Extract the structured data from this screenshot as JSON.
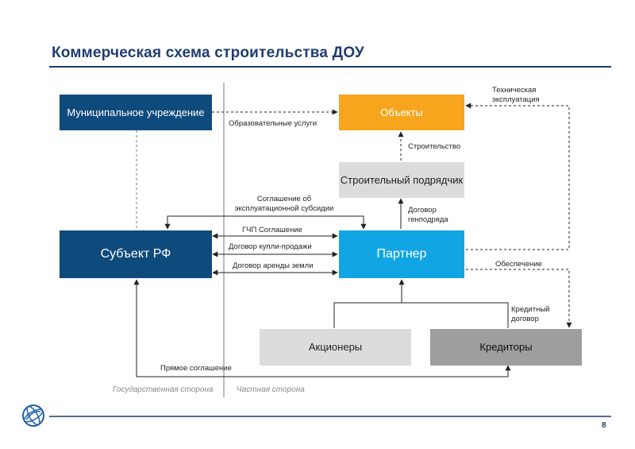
{
  "title": "Коммерческая схема строительства ДОУ",
  "boxes": {
    "municipal": "Муниципальное учреждение",
    "objects": "Объекты",
    "contractor": "Строительный подрядчик",
    "subject": "Субъект РФ",
    "partner": "Партнер",
    "shareholders": "Акционеры",
    "creditors": "Кредиторы"
  },
  "labels": {
    "edu_services": "Образовательные услуги",
    "tech_exploitation": "Техническая эксплуатация",
    "construction": "Строительство",
    "subsidy_agreement": "Соглашение об эксплуатационной субсидии",
    "gen_contract": "Договор генподряда",
    "ppp_agreement": "ГЧП Соглашение",
    "purchase_contract": "Договор купли-продажи",
    "land_lease": "Договор аренды земли",
    "security": "Обеспечение",
    "credit_contract": "Кредитный договор",
    "direct_agreement": "Прямое соглашение"
  },
  "sides": {
    "state": "Государственная сторона",
    "private": "Частная сторона"
  },
  "page_number": "8",
  "colors": {
    "dark_blue": "#0f4a7c",
    "orange": "#f6a51d",
    "light_blue": "#11a6e3",
    "light_gray": "#dcdcdc",
    "mid_gray": "#9e9e9e",
    "title": "#1f3d6e"
  },
  "icons": {
    "logo": "globe-logo-icon"
  }
}
